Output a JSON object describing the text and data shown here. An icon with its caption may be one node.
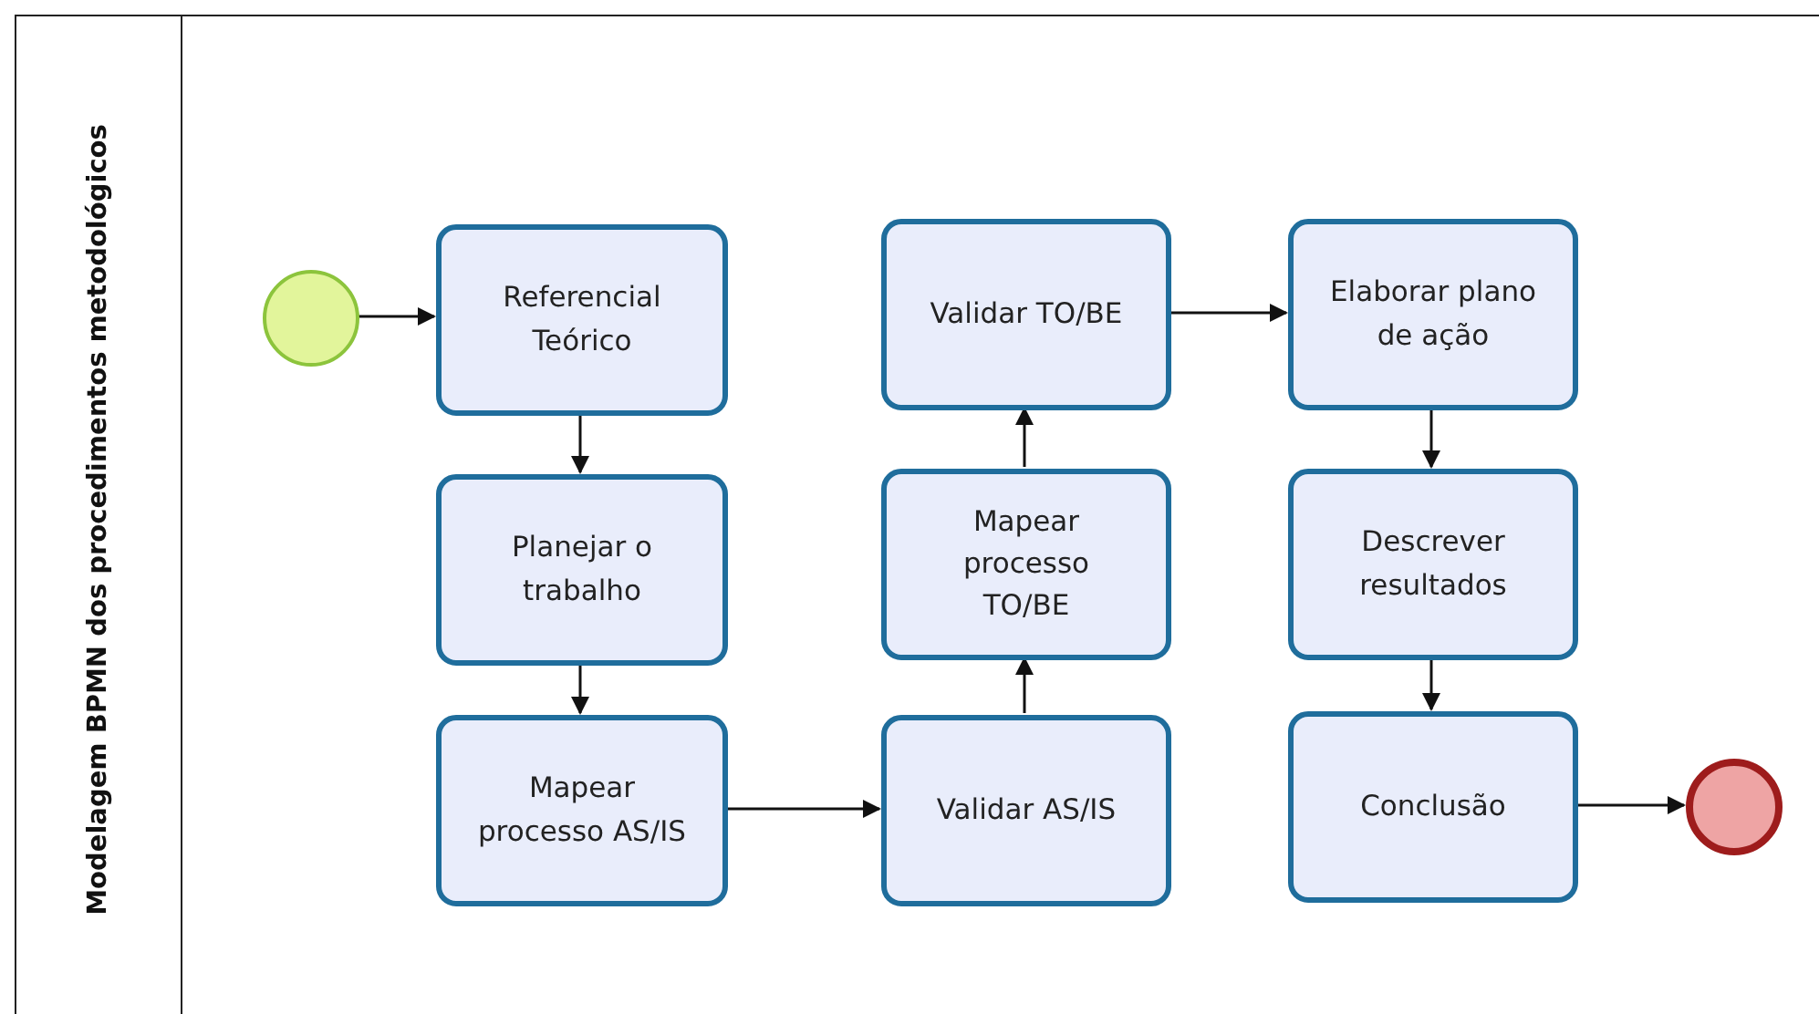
{
  "diagram": {
    "nodes": [
      {
        "text": [
          "Modelagem BPMN dos procedimentos metodológicos"
        ]
      },
      {
        "text": [],
        "shape": "circle",
        "in": 0
      },
      {
        "text": [
          "Referencial Teórico"
        ],
        "in": 0
      },
      {
        "text": [
          "Planejar o trabalho"
        ],
        "in": 0
      },
      {
        "text": [
          "Mapear processo AS/IS"
        ],
        "in": 0
      },
      {
        "text": [
          "Validar AS/IS"
        ],
        "in": 0
      },
      {
        "text": [
          "Mapear processo TO/BE"
        ],
        "in": 0
      },
      {
        "text": [
          "Validar TO/BE"
        ],
        "in": 0
      },
      {
        "text": [
          "Elaborar plano de ação"
        ],
        "in": 0
      },
      {
        "text": [
          "Descrever resultados"
        ],
        "in": 0
      },
      {
        "text": [
          "Conclusão"
        ],
        "in": 0
      },
      {
        "text": [],
        "shape": "circle",
        "in": 0
      }
    ],
    "edges": [
      {
        "from": 1,
        "to": 2,
        "arrow": "to"
      },
      {
        "from": 2,
        "to": 3,
        "arrow": "to"
      },
      {
        "from": 3,
        "to": 4,
        "arrow": "to"
      },
      {
        "from": 4,
        "to": 5,
        "arrow": "to"
      },
      {
        "from": 5,
        "to": 6,
        "arrow": "to"
      },
      {
        "from": 6,
        "to": 7,
        "arrow": "to"
      },
      {
        "from": 7,
        "to": 8,
        "arrow": "to"
      },
      {
        "from": 8,
        "to": 9,
        "arrow": "to"
      },
      {
        "from": 9,
        "to": 10,
        "arrow": "to"
      },
      {
        "from": 10,
        "to": 11,
        "arrow": "to"
      }
    ]
  }
}
